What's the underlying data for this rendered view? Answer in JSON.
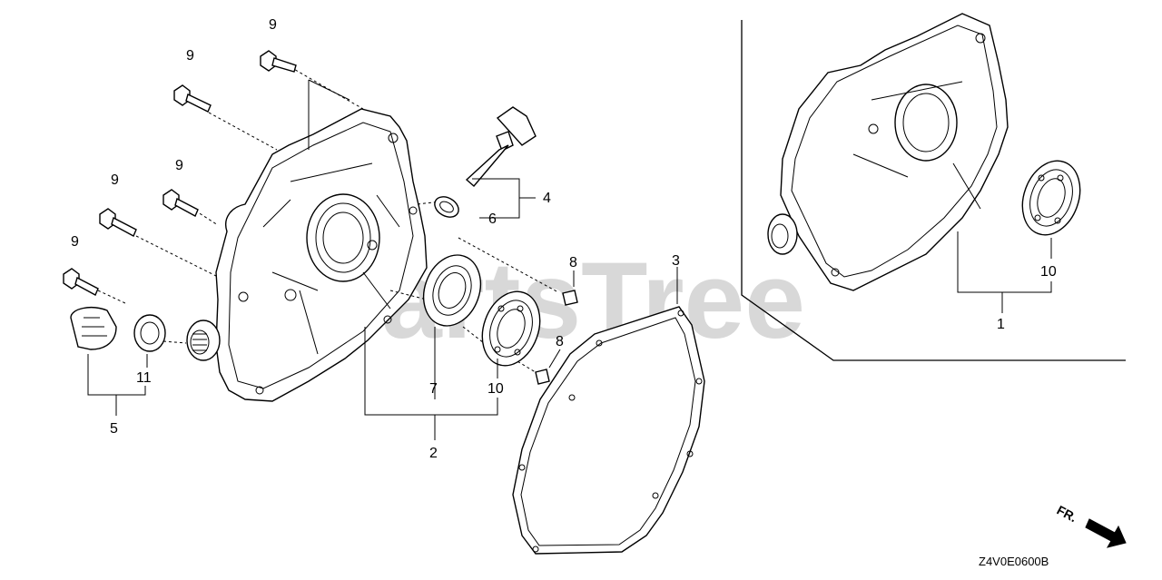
{
  "watermark": "PartsTree",
  "diagram_code": "Z4V0E0600B",
  "direction_label": "FR.",
  "callouts": {
    "c1": "1",
    "c2": "2",
    "c3": "3",
    "c4": "4",
    "c5": "5",
    "c6": "6",
    "c7": "7",
    "c8a": "8",
    "c8b": "8",
    "c9a": "9",
    "c9b": "9",
    "c9c": "9",
    "c9d": "9",
    "c9e": "9",
    "c10a": "10",
    "c10b": "10",
    "c11": "11"
  },
  "icons": [
    "bolt-icon",
    "oil-seal-icon",
    "bearing-icon",
    "gasket-icon",
    "dowel-pin-icon",
    "dipstick-icon",
    "direction-arrow-icon"
  ]
}
